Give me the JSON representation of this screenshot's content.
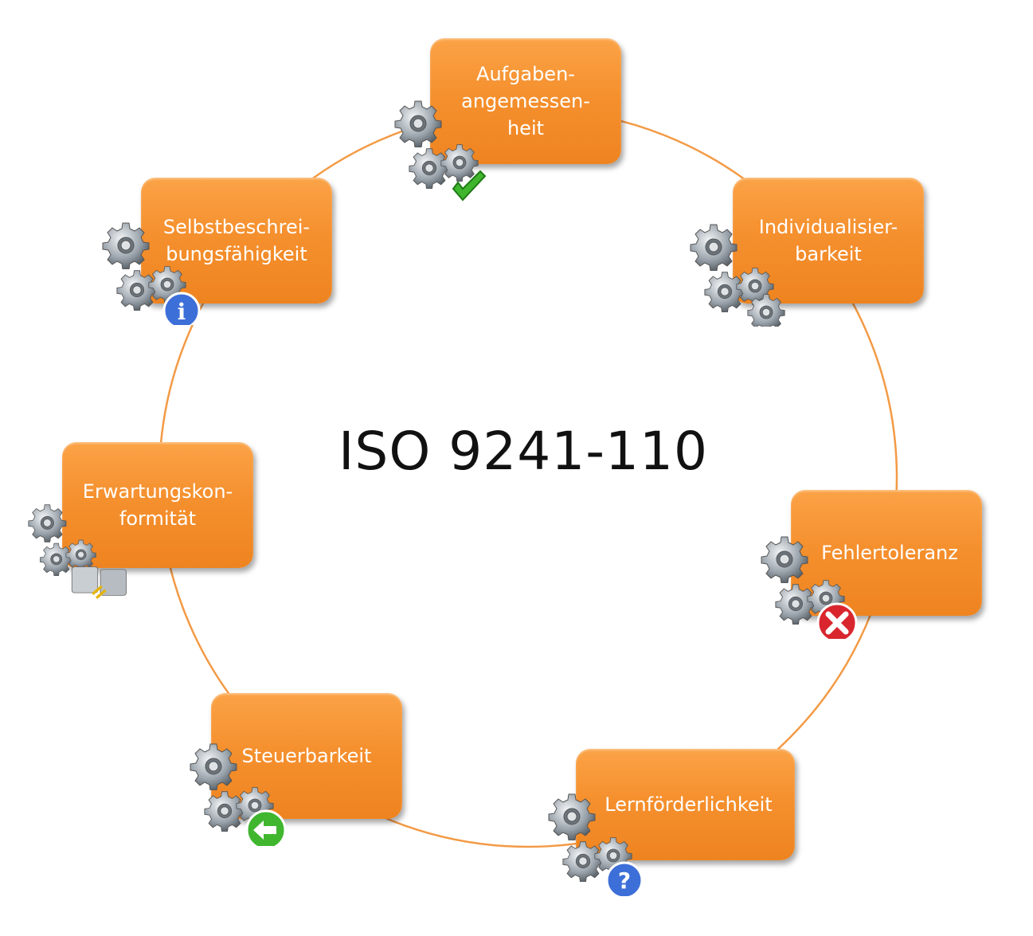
{
  "title": "ISO 9241-110",
  "colors": {
    "box": "#f5902e",
    "ring": "#f5902e",
    "text": "#ffffff"
  },
  "principles": [
    {
      "label": "Aufgaben-\nangemessen-\nheit",
      "badge": "checkmark-icon"
    },
    {
      "label": "Individualisier-\nbarkeit",
      "badge": "gear-icon"
    },
    {
      "label": "Fehlertoleranz",
      "badge": "error-icon"
    },
    {
      "label": "Lernförderlichkeit",
      "badge": "help-icon"
    },
    {
      "label": "Steuerbarkeit",
      "badge": "back-arrow-icon"
    },
    {
      "label": "Erwartungskon-\nformität",
      "badge": "plug-icon"
    },
    {
      "label": "Selbstbeschrei-\nbungsfähigkeit",
      "badge": "info-icon"
    }
  ]
}
